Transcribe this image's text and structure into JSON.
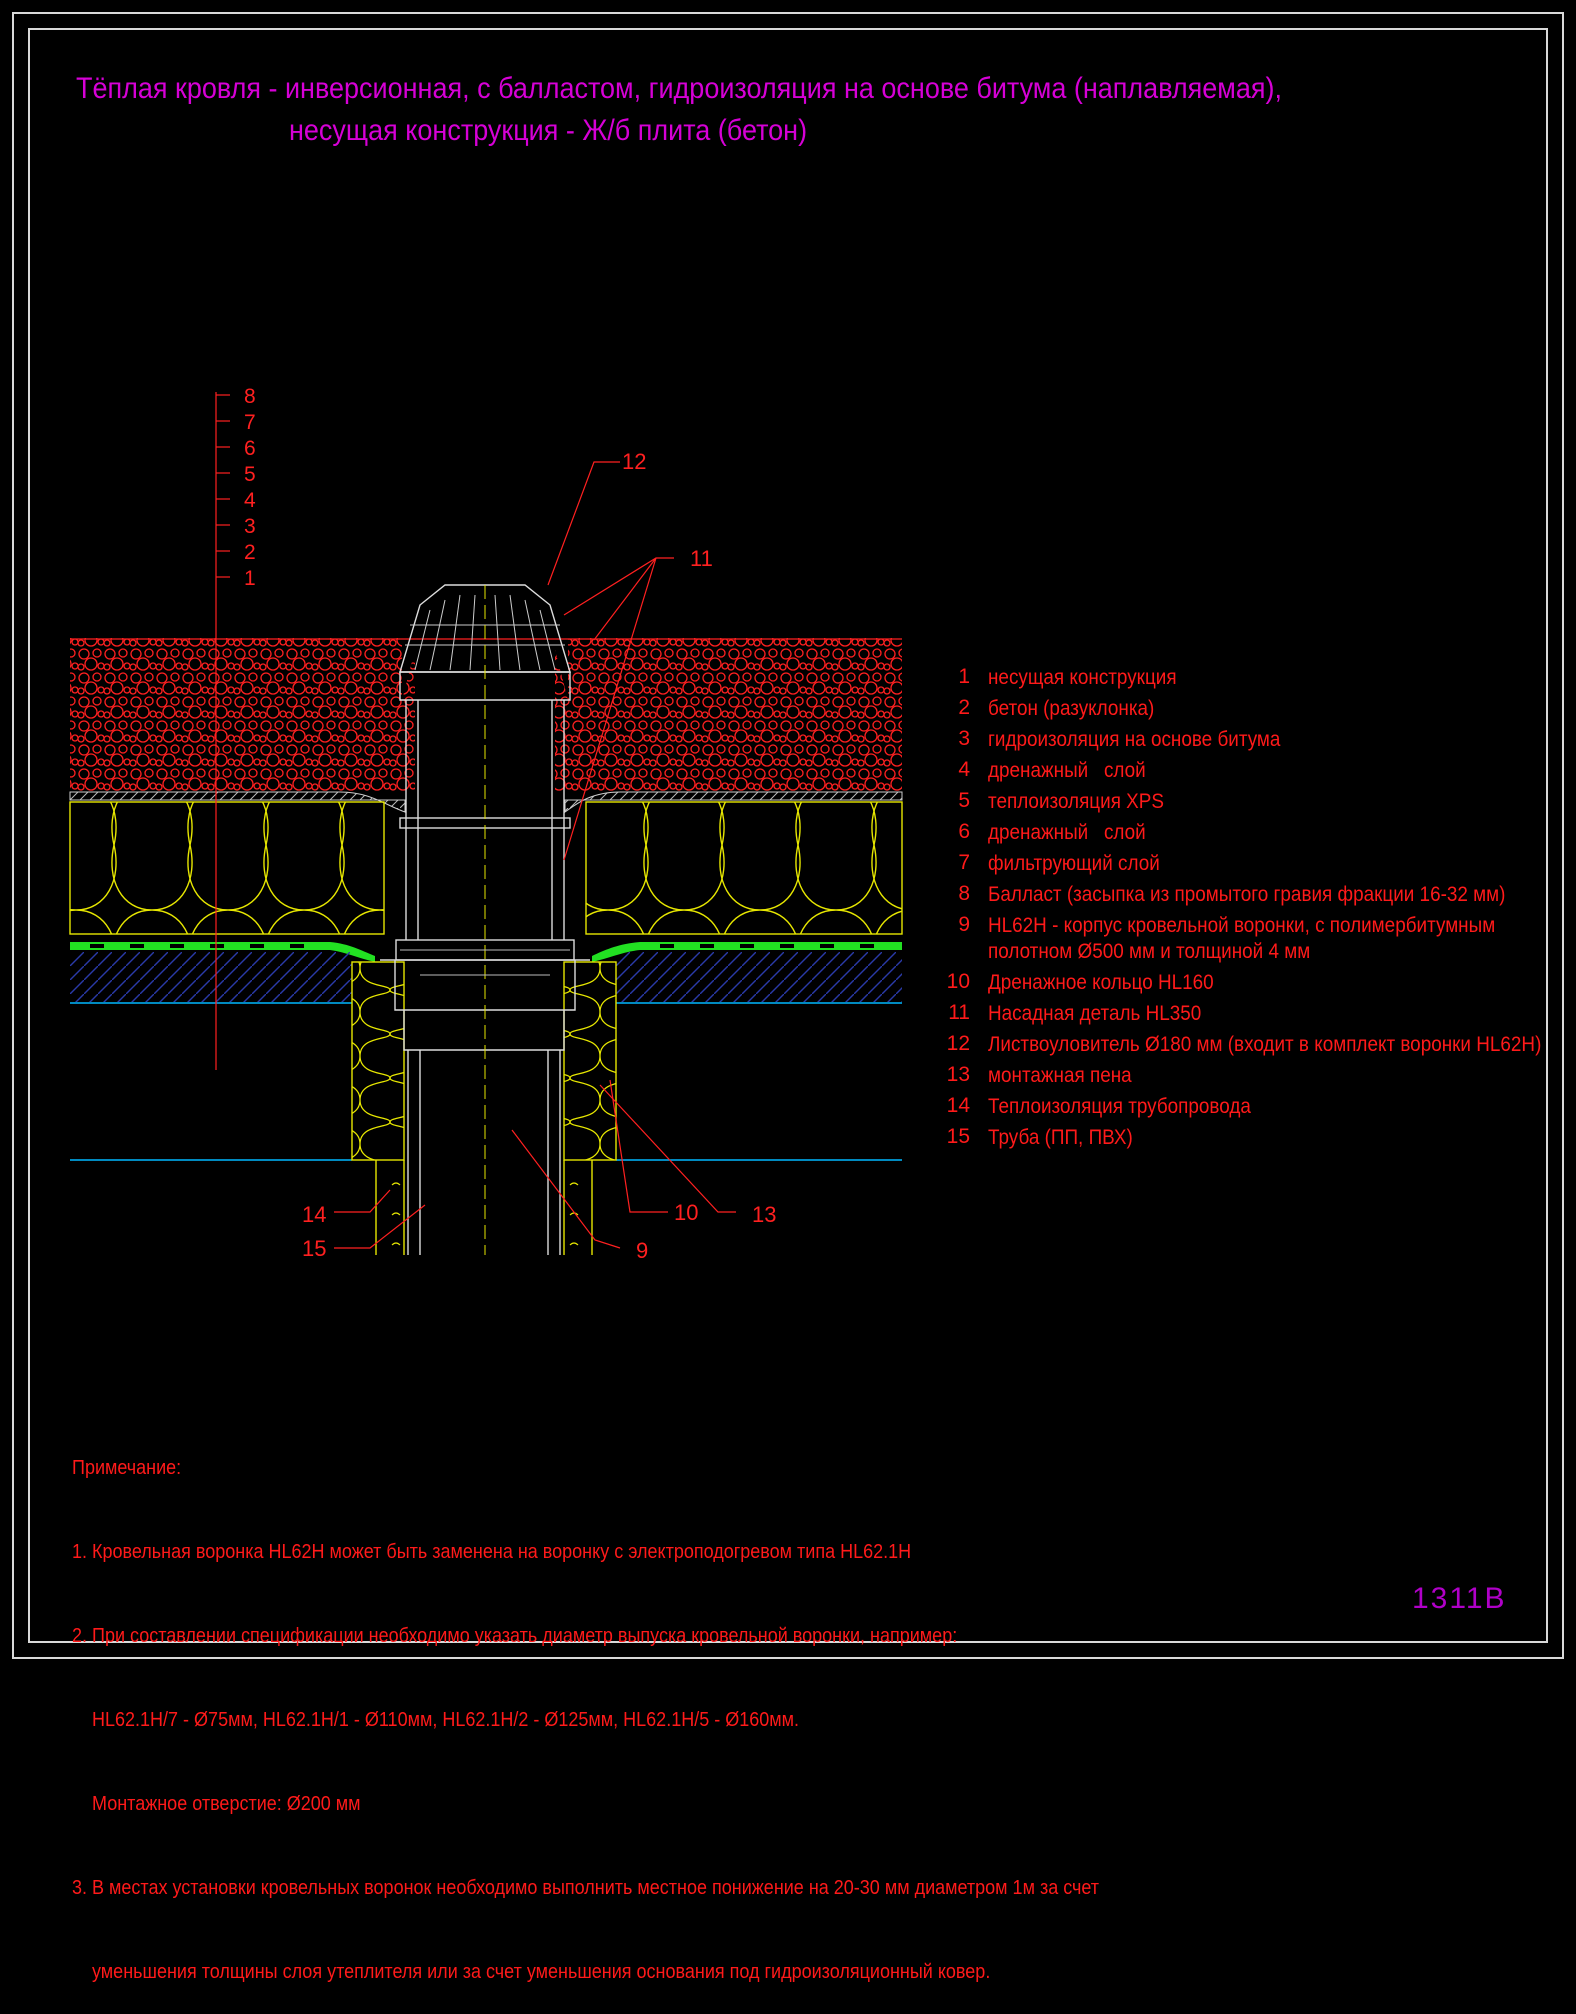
{
  "title": {
    "line1": "Тёплая кровля - инверсионная, с балластом, гидроизоляция на основе битума (наплавляемая),",
    "line2": "несущая конструкция - Ж/б плита (бетон)"
  },
  "layer_scale": [
    "1",
    "2",
    "3",
    "4",
    "5",
    "6",
    "7",
    "8"
  ],
  "callouts": {
    "c9": "9",
    "c10": "10",
    "c11": "11",
    "c12": "12",
    "c13": "13",
    "c14": "14",
    "c15": "15"
  },
  "legend": [
    {
      "num": "1",
      "text": "несущая конструкция"
    },
    {
      "num": "2",
      "text": "бетон (разуклонка)"
    },
    {
      "num": "3",
      "text": "гидроизоляция на основе битума"
    },
    {
      "num": "4",
      "text": "дренажный   слой"
    },
    {
      "num": "5",
      "text": "теплоизоляция XPS"
    },
    {
      "num": "6",
      "text": "дренажный   слой"
    },
    {
      "num": "7",
      "text": "фильтрующий слой"
    },
    {
      "num": "8",
      "text": "Балласт (засыпка из промытого гравия фракции 16-32 мм)"
    },
    {
      "num": "9",
      "text": "HL62H - корпус кровельной воронки, с полимербитумным\nполотном Ø500 мм и толщиной 4 мм"
    },
    {
      "num": "10",
      "text": "Дренажное кольцо HL160"
    },
    {
      "num": "11",
      "text": "Насадная деталь HL350"
    },
    {
      "num": "12",
      "text": "Листвоуловитель Ø180 мм (входит в комплект воронки HL62H)"
    },
    {
      "num": "13",
      "text": "монтажная пена"
    },
    {
      "num": "14",
      "text": "Теплоизоляция трубопровода"
    },
    {
      "num": "15",
      "text": "Труба (ПП, ПВХ)"
    }
  ],
  "notes": {
    "heading": "Примечание:",
    "n1": "1. Кровельная воронка HL62H может быть заменена на воронку с электроподогревом типа HL62.1H",
    "n2": "2. При составлении спецификации необходимо указать диаметр выпуска кровельной воронки, например:",
    "n2b": "    HL62.1H/7 - Ø75мм, HL62.1H/1 - Ø110мм, HL62.1H/2 - Ø125мм, HL62.1H/5 - Ø160мм.",
    "n2c": "    Монтажное отверстие: Ø200 мм",
    "n3": "3. В местах установки кровельных воронок необходимо выполнить местное понижение на 20-30 мм диаметром 1м за счет",
    "n3b": "    уменьшения толщины слоя утеплителя или за счет уменьшения основания под гидроизоляционный ковер."
  },
  "sheet_code": "1311B",
  "colors": {
    "title": "#d600d6",
    "callout": "#ff1a1a",
    "gravel": "#ff2020",
    "insulation": "#e6e600",
    "membrane": "#22e022",
    "concrete": "#2a3aa8",
    "slab_line": "#00b7ff",
    "frame": "#d9d9d9"
  }
}
